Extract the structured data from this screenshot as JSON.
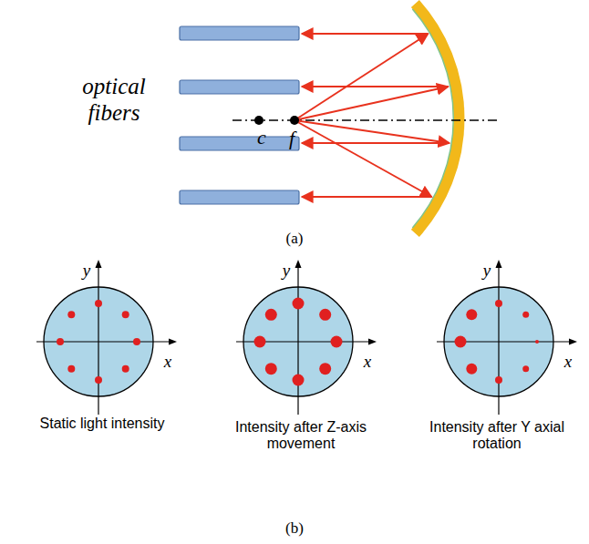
{
  "diagram": {
    "labels": [
      "optical fibers",
      "c",
      "f",
      "(a)",
      "y",
      "x",
      "Static light intensity",
      "y",
      "x",
      "Intensity after Z-axis movement",
      "y",
      "x",
      "Intensity after Y axial rotation",
      "(b)"
    ]
  }
}
